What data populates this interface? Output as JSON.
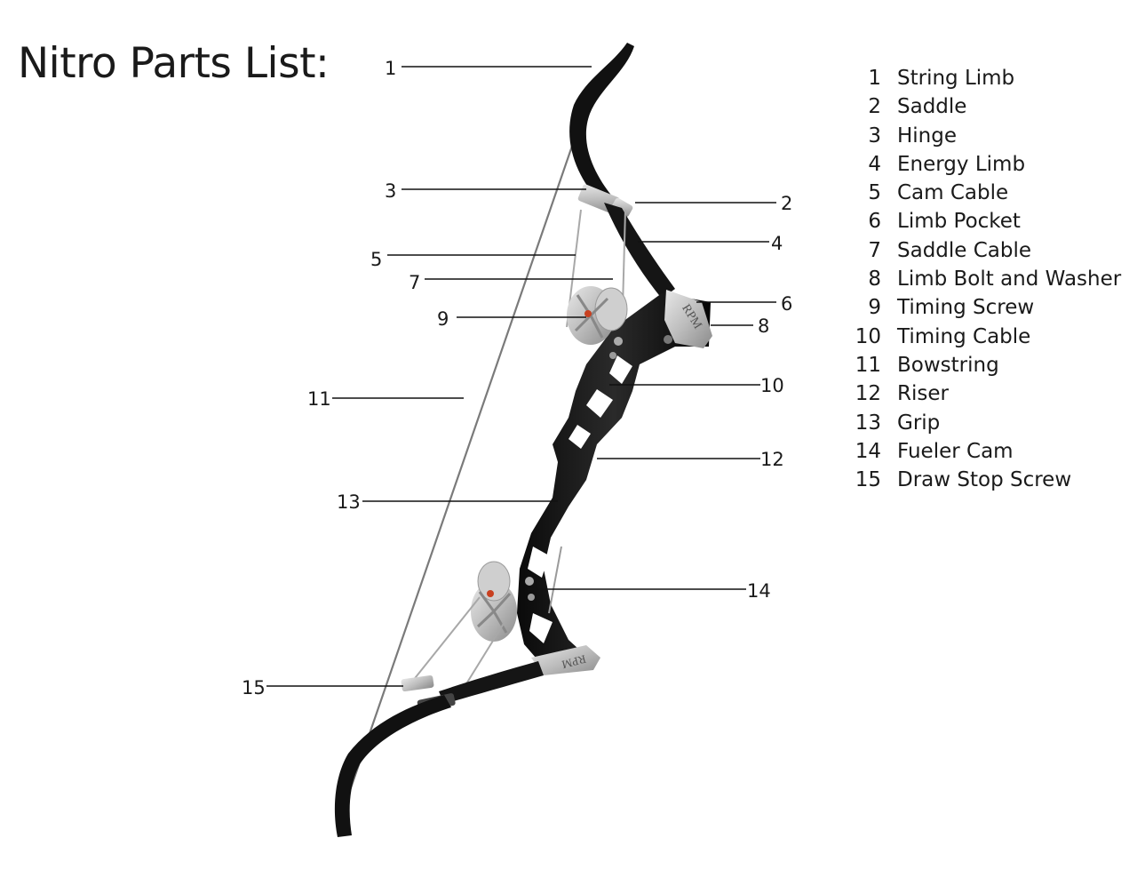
{
  "title": "Nitro Parts List:",
  "parts": [
    {
      "num": "1",
      "name": "String Limb"
    },
    {
      "num": "2",
      "name": "Saddle"
    },
    {
      "num": "3",
      "name": "Hinge"
    },
    {
      "num": "4",
      "name": "Energy Limb"
    },
    {
      "num": "5",
      "name": "Cam Cable"
    },
    {
      "num": "6",
      "name": "Limb Pocket"
    },
    {
      "num": "7",
      "name": "Saddle Cable"
    },
    {
      "num": "8",
      "name": "Limb Bolt and Washer"
    },
    {
      "num": "9",
      "name": "Timing Screw"
    },
    {
      "num": "10",
      "name": "Timing Cable"
    },
    {
      "num": "11",
      "name": "Bowstring"
    },
    {
      "num": "12",
      "name": "Riser"
    },
    {
      "num": "13",
      "name": "Grip"
    },
    {
      "num": "14",
      "name": "Fueler Cam"
    },
    {
      "num": "15",
      "name": "Draw Stop Screw"
    }
  ],
  "callouts": [
    "1",
    "2",
    "3",
    "4",
    "5",
    "6",
    "7",
    "8",
    "9",
    "10",
    "11",
    "12",
    "13",
    "14",
    "15"
  ],
  "pocket_brand": "RPM"
}
